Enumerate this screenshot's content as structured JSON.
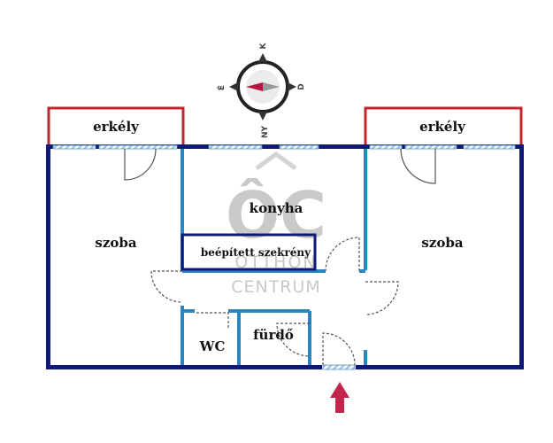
{
  "rooms": {
    "balcony_left": "erkély",
    "balcony_right": "erkély",
    "room_left": "szoba",
    "room_right": "szoba",
    "kitchen": "konyha",
    "wardrobe": "beépített szekrény",
    "wc": "WC",
    "bathroom": "fürdő"
  },
  "compass": {
    "north": "K",
    "east": "D",
    "south": "NY",
    "west": "É"
  },
  "watermark": {
    "logo": "ÔC",
    "line1": "OTTHON",
    "line2": "CENTRUM"
  },
  "colors": {
    "outer_wall": "#0f1a78",
    "inner_wall": "#2a86c0",
    "balcony": "#c0272d",
    "window": "#9fc7e4",
    "door": "#555555",
    "entrance_arrow": "#c2264b",
    "watermark": "#c9c9c9"
  }
}
